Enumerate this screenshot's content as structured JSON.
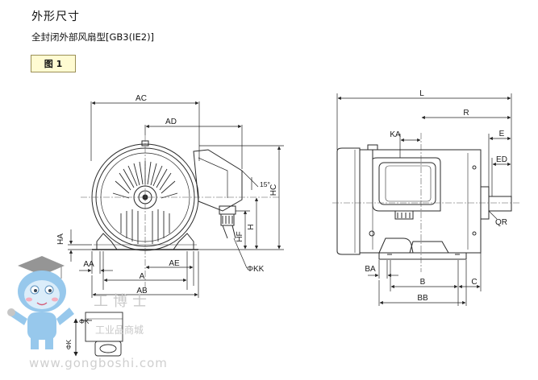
{
  "header": {
    "title": "外形尺寸",
    "subtitle": "全封闭外部风扇型[GB3(IE2)]",
    "figure_tag": "图 1"
  },
  "dimension_labels": {
    "front": {
      "AC": "AC",
      "AD": "AD",
      "HA": "HA",
      "AA": "AA",
      "A": "A",
      "AB": "AB",
      "AE": "AE",
      "HF": "HF",
      "H": "H",
      "HC": "HC",
      "KK": "ΦKK",
      "angle": "15°"
    },
    "side": {
      "L": "L",
      "R": "R",
      "KA": "KA",
      "E": "E",
      "ED": "ED",
      "QR": "QR",
      "BA": "BA",
      "B": "B",
      "C": "C",
      "BB": "BB"
    },
    "foot": {
      "K": "ΦK",
      "K2": "ΦK"
    }
  },
  "watermark": {
    "brand_cn": "工博士",
    "shop": "工业品商城",
    "url": "www.gongboshi.com"
  },
  "colors": {
    "line": "#2a2a2a",
    "figtag_bg": "#fffbd2",
    "mascot": "#7fb6e0"
  }
}
